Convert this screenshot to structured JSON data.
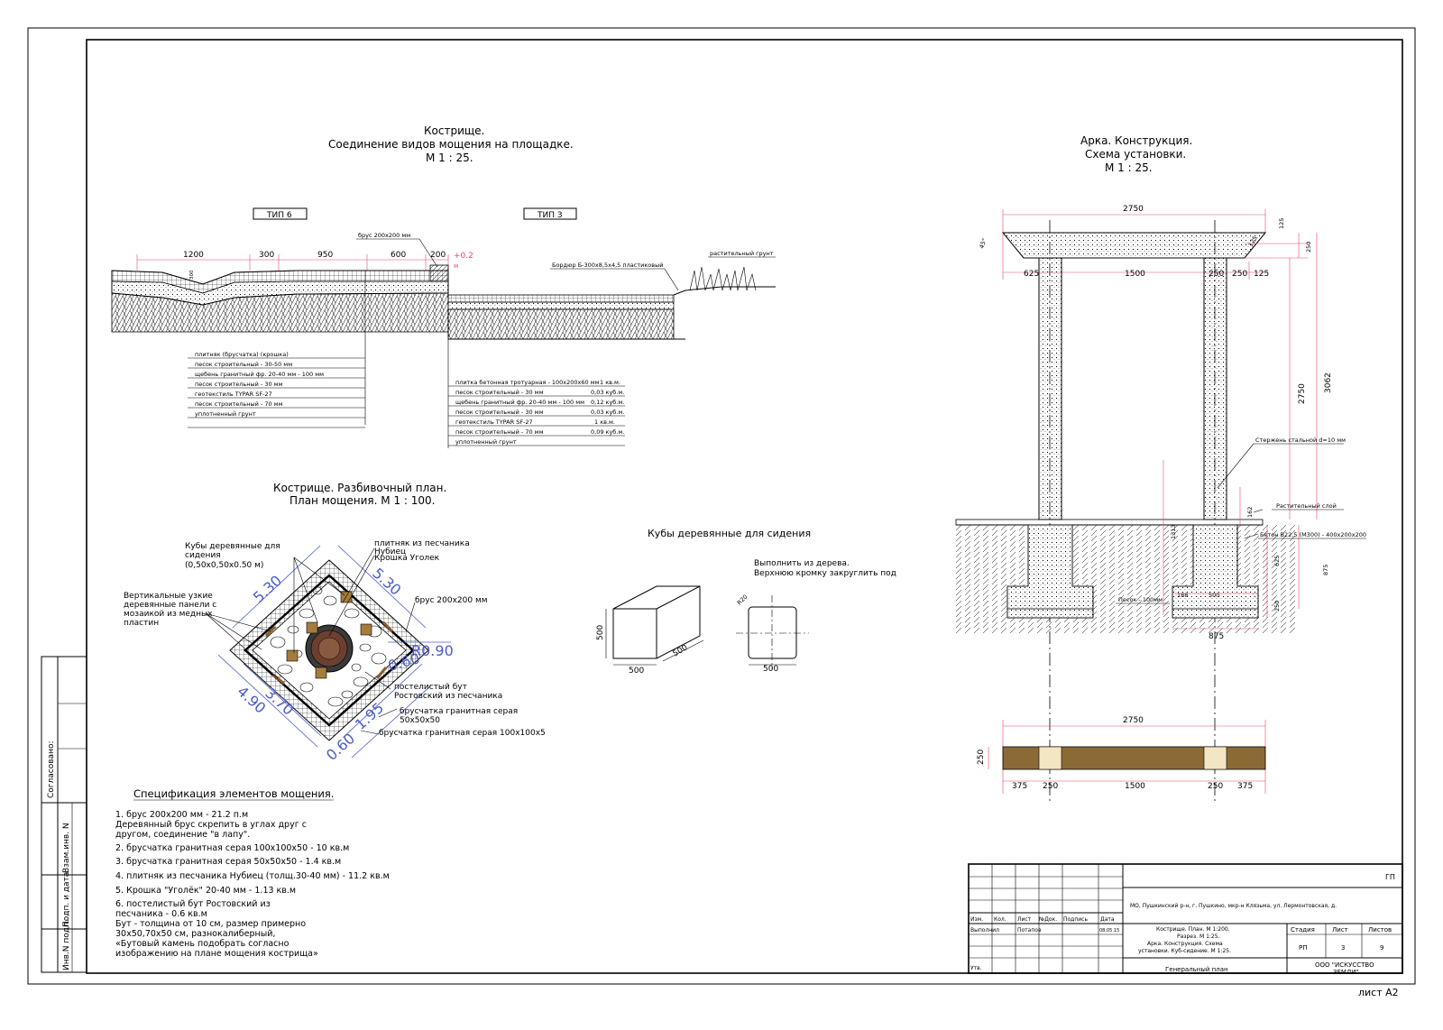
{
  "sheet_label": "лист А2",
  "kostrische_section": {
    "title_1": "Кострище.",
    "title_2": "Соединение видов мощения на площадке.",
    "title_3": "М 1 : 25.",
    "type_6": "ТИП 6",
    "type_3": "ТИП 3",
    "dims": [
      "1200",
      "300",
      "950",
      "600",
      "200"
    ],
    "dim_v": "300",
    "red_mark": "+0.2",
    "red_mark_m": "м",
    "brus_label": "брус 200х200 мм",
    "bordur_label": "Бордюр Б-300х8,5х4,5 пластиковый",
    "soil_label": "растительный грунт",
    "layers_left": [
      "плитняк (брусчатка) (крошка)",
      "песок строительный - 30-50 мм",
      "щебень гранитный фр. 20-40 мм - 100 мм",
      "песок строительный - 30 мм",
      "геотекстиль TYPAR SF-27",
      "песок строительный - 70 мм",
      "уплотненный грунт"
    ],
    "layers_right": [
      {
        "name": "плитка бетонная тротуарная - 100х200х60 мм",
        "qty": "1 кв.м."
      },
      {
        "name": "песок строительный - 30 мм",
        "qty": "0,03 куб.м."
      },
      {
        "name": "щебень гранитный фр. 20-40 мм - 100 мм",
        "qty": "0,12 куб.м."
      },
      {
        "name": "песок строительный - 30 мм",
        "qty": "0,03 куб.м."
      },
      {
        "name": "геотекстиль TYPAR SF-27",
        "qty": "1 кв.м."
      },
      {
        "name": "песок строительный - 70 мм",
        "qty": "0,09 куб.м."
      },
      {
        "name": "уплотненный грунт",
        "qty": ""
      }
    ]
  },
  "plan": {
    "title_1": "Кострище. Разбивочный план.",
    "title_2": "План мощения. М 1 : 100.",
    "label_cubes_1": "Кубы деревянные для",
    "label_cubes_2": "сидения",
    "label_cubes_3": "(0,50х0,50х0.50 м)",
    "label_panels_1": "Вертикальные узкие",
    "label_panels_2": "деревянные панели с",
    "label_panels_3": "мозаикой из медных",
    "label_panels_4": "пластин",
    "label_plitnyak_1": "плитняк из песчаника",
    "label_plitnyak_2": "Нубиец",
    "label_ugolek": "Крошка Уголек",
    "label_brus": "брус 200х200 мм",
    "label_but_1": "постелистый бут",
    "label_but_2": "Ростовский из песчаника",
    "label_br50_1": "брусчатка гранитная серая",
    "label_br50_2": "50х50х50",
    "label_br100": "брусчатка гранитная серая 100х100х5",
    "dim_530a": "5.30",
    "dim_530b": "5.30",
    "dim_490": "4.90",
    "dim_370": "3.70",
    "dim_r090": "R0.90",
    "dim_060a": "0.60",
    "dim_195": "1.95",
    "dim_060b": "0.60"
  },
  "cubes": {
    "title": "Кубы деревянные для сидения",
    "note_1": "Выполнить из дерева.",
    "note_2": "Верхнюю кромку закруглить под",
    "dim_500_v": "500",
    "dim_500_h": "500",
    "dim_500_d": "500",
    "dim_500_b": "500",
    "dim_r20": "R20"
  },
  "spec": {
    "title": "Спецификация элементов мощения.",
    "lines": [
      "1. брус 200х200 мм  - 21.2 п.м",
      "Деревянный брус скрепить в углах друг с",
      "другом, соединение \"в лапу\".",
      "2. брусчатка гранитная серая 100х100х50 - 10 кв.м",
      "3. брусчатка гранитная серая 50х50х50 - 1.4 кв.м",
      "4. плитняк из песчаника Нубиец (толщ.30-40 мм) - 11.2 кв.м",
      "5. Крошка \"Уголёк\" 20-40 мм - 1.13 кв.м",
      "6. постелистый бут Ростовский из",
      "песчаника - 0.6 кв.м",
      "Бут - толщина от 10 см, размер примерно",
      "30х50,70х50 см, разнокалиберный,",
      "«Бутовый камень подобрать согласно",
      "изображению на плане мощения кострища»"
    ]
  },
  "arch": {
    "title_1": "Арка. Конструкция.",
    "title_2": "Схема установки.",
    "title_3": "М 1 : 25.",
    "dim_2750_top": "2750",
    "dim_45": "45°",
    "dim_125a": "125",
    "dim_250a": "250",
    "dim_125b": "125",
    "dim_625": "625",
    "dim_1500": "1500",
    "dim_250b": "250",
    "dim_250c": "250",
    "dim_125c": "125",
    "dim_2750_v": "2750",
    "dim_3062": "3062",
    "rod": "Стержень стальной d=10 мм",
    "veg": "Растительный слой",
    "concrete": "Бетон В22,5 (М300) - 400х200х200",
    "sand": "Песок - 100мм",
    "dim_1313": "1313",
    "dim_162": "162",
    "dim_625v": "625",
    "dim_875v": "875",
    "dim_250v": "250",
    "dim_188": "188",
    "dim_500": "500",
    "dim_875": "875",
    "plan_2750": "2750",
    "plan_250v": "250",
    "plan_375a": "375",
    "plan_250a": "250",
    "plan_1500": "1500",
    "plan_250b": "250",
    "plan_375b": "375"
  },
  "side_stamp": {
    "agreed": "Согласовано:",
    "inv_zam": "Взам.инв. N",
    "sign_date": "Подп. и дата",
    "inv_podl": "Инв.N подл."
  },
  "title_block": {
    "code": "ГП",
    "address": "МО, Пушкинский р-н, г. Пушкино, мкр-н Клязьма, ул. Лермонтовская, д.",
    "headers": [
      "Изм.",
      "Кол.",
      "Лист",
      "№Док.",
      "Подпись",
      "Дата"
    ],
    "role": "Выполнил",
    "name": "Потапов",
    "date": "08.05.15",
    "sheet_desc_1": "Кострище. План. М 1:200.",
    "sheet_desc_2": "Разрез. М 1:25.",
    "sheet_desc_3": "Арка. Конструкция. Схема",
    "sheet_desc_4": "установки. Куб-сидение. М 1:25.",
    "stage_h": "Стадия",
    "sheet_h": "Лист",
    "sheets_h": "Листов",
    "stage": "РП",
    "sheet_no": "3",
    "sheets_total": "9",
    "plan_name": "Генеральный план",
    "org_1": "ООО \"ИСКУССТВО",
    "org_2": "ЗЕМЛИ\"",
    "approve": "Утв."
  },
  "colors": {
    "dimension_blue": "#4a5cc8",
    "mark_pink": "#e64b6a",
    "wood": "#8b6a35",
    "wood_light": "#f3e6c2",
    "fire": "#6b4030"
  }
}
